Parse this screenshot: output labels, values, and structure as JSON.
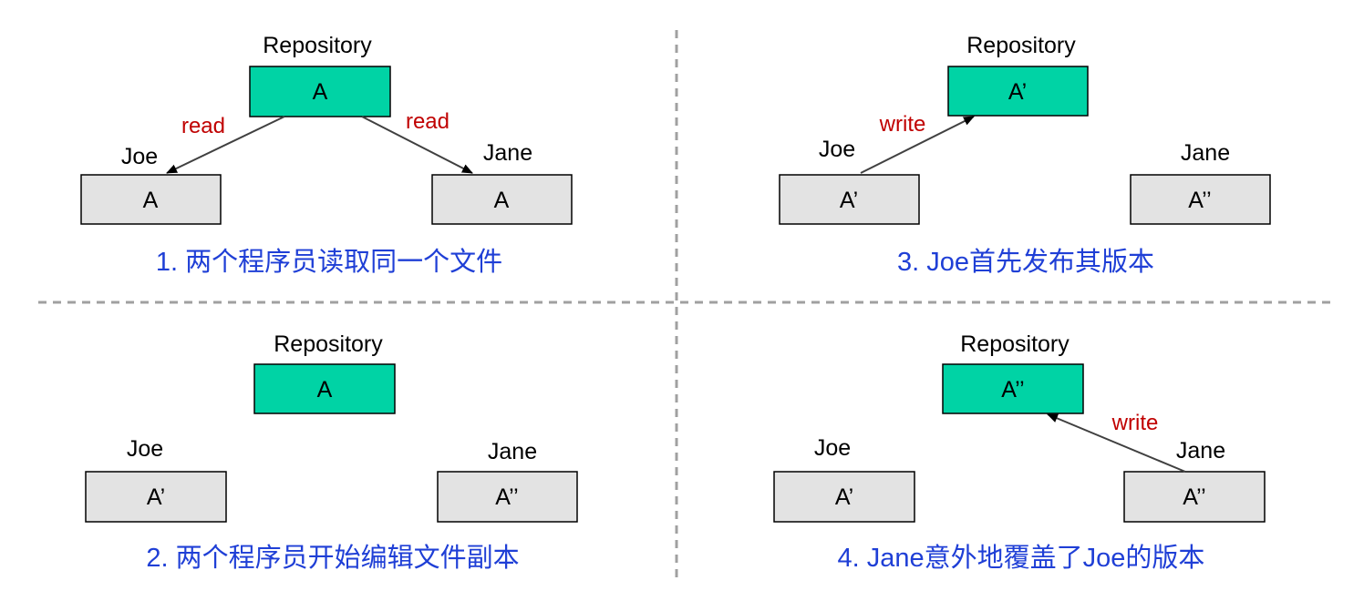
{
  "panels": [
    {
      "repository_label": "Repository",
      "repository_value": "A",
      "joe_label": "Joe",
      "joe_value": "A",
      "jane_label": "Jane",
      "jane_value": "A",
      "operation_left": "read",
      "operation_right": "read",
      "caption": "1. 两个程序员读取同一个文件"
    },
    {
      "repository_label": "Repository",
      "repository_value": "A",
      "joe_label": "Joe",
      "joe_value": "A’",
      "jane_label": "Jane",
      "jane_value": "A’’",
      "caption": "2. 两个程序员开始编辑文件副本"
    },
    {
      "repository_label": "Repository",
      "repository_value": "A’",
      "joe_label": "Joe",
      "joe_value": "A’",
      "jane_label": "Jane",
      "jane_value": "A’’",
      "operation": "write",
      "caption": "3. Joe首先发布其版本"
    },
    {
      "repository_label": "Repository",
      "repository_value": "A’’",
      "joe_label": "Joe",
      "joe_value": "A’",
      "jane_label": "Jane",
      "jane_value": "A’’",
      "operation": "write",
      "caption": "4. Jane意外地覆盖了Joe的版本"
    }
  ],
  "colors": {
    "repository_fill": "#00d3a5",
    "working_copy_fill": "#e3e3e3",
    "operation_text": "#c00000",
    "caption_text": "#1f3fd6",
    "divider": "#a0a0a0"
  }
}
